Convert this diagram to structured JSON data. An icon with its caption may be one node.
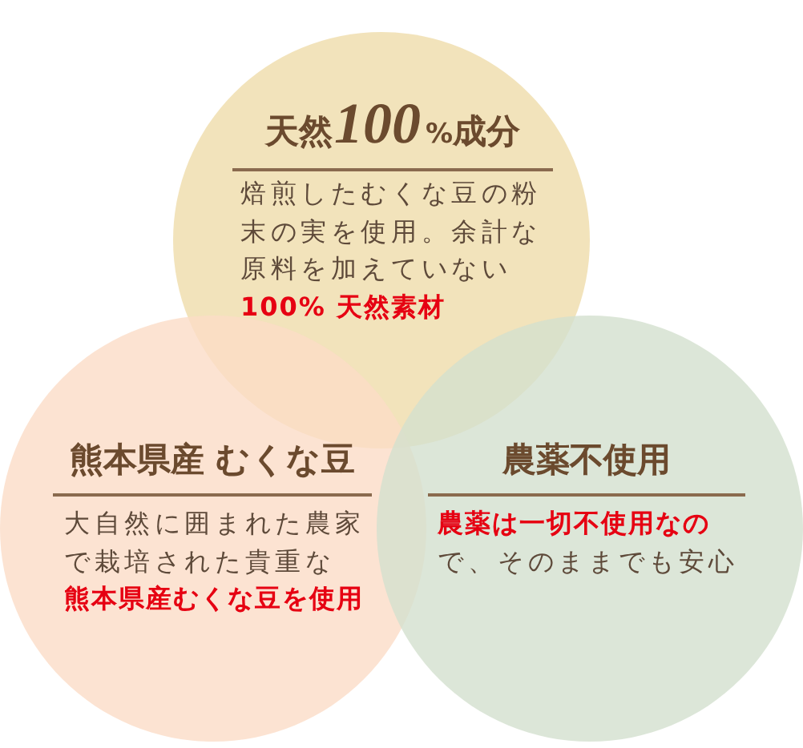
{
  "diagram": {
    "nodes": [
      {
        "text": [
          "天然100%成分",
          "焙煎したむくな豆の粉末の実を使用。余計な原料を加えていない**100% 天然素材**"
        ]
      },
      {
        "text": [
          "熊本県産 むくな豆",
          "大自然に囲まれた農家で栽培された貴重な**熊本県産むくな豆を使用**"
        ]
      },
      {
        "text": [
          "農薬不使用",
          "**農薬は一切不使用なの**で、そのままでも安心"
        ]
      }
    ]
  }
}
